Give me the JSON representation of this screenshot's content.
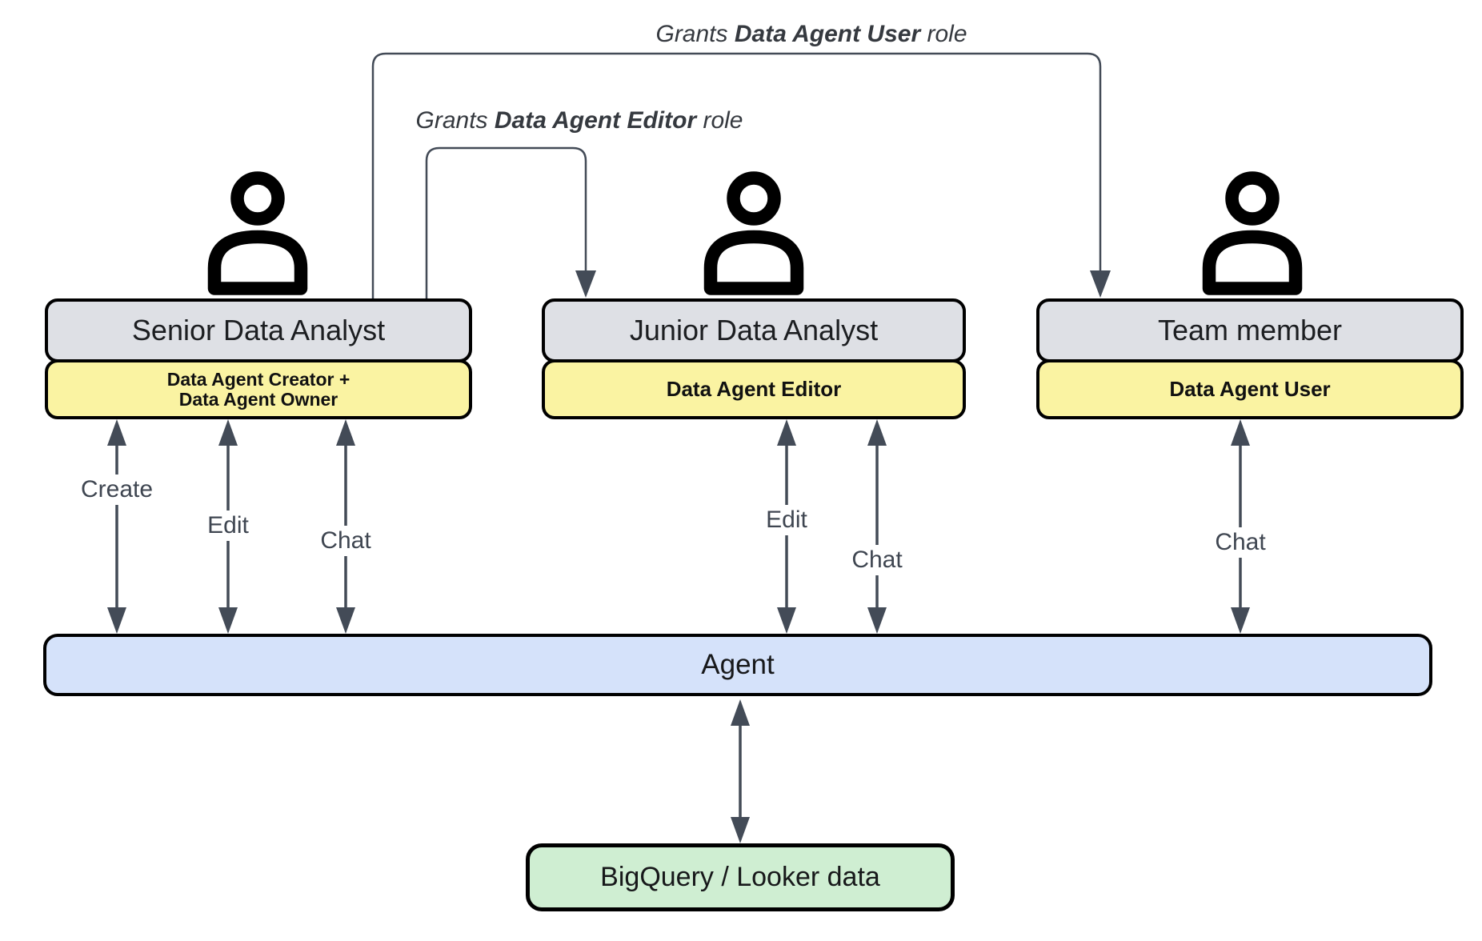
{
  "diagram": {
    "grants": {
      "user": {
        "prefix": "Grants",
        "bold": "Data Agent User",
        "suffix": "role"
      },
      "editor": {
        "prefix": "Grants",
        "bold": "Data Agent Editor",
        "suffix": "role"
      }
    },
    "actors": [
      {
        "title": "Senior Data Analyst",
        "icon": "person-silhouette",
        "roles": [
          "Data Agent Creator +",
          "Data Agent Owner"
        ],
        "actions": [
          "Create",
          "Edit",
          "Chat"
        ]
      },
      {
        "title": "Junior Data Analyst",
        "icon": "person-silhouette",
        "roles": [
          "Data Agent Editor"
        ],
        "actions": [
          "Edit",
          "Chat"
        ]
      },
      {
        "title": "Team member",
        "icon": "person-silhouette",
        "roles": [
          "Data Agent User"
        ],
        "actions": [
          "Chat"
        ]
      }
    ],
    "agent_label": "Agent",
    "datasource_label": "BigQuery / Looker data",
    "arrow_style": {
      "action_arrows": "bidirectional",
      "grant_arrows": "one-way"
    },
    "colors": {
      "actor_title_bg": "#dee0e5",
      "role_bg": "#faf3a2",
      "agent_bg": "#d5e2fa",
      "datasource_bg": "#cfeed2",
      "arrow": "#434b57",
      "box_border": "#000000",
      "grant_text": "#35393f",
      "action_text": "#3f4651"
    }
  }
}
